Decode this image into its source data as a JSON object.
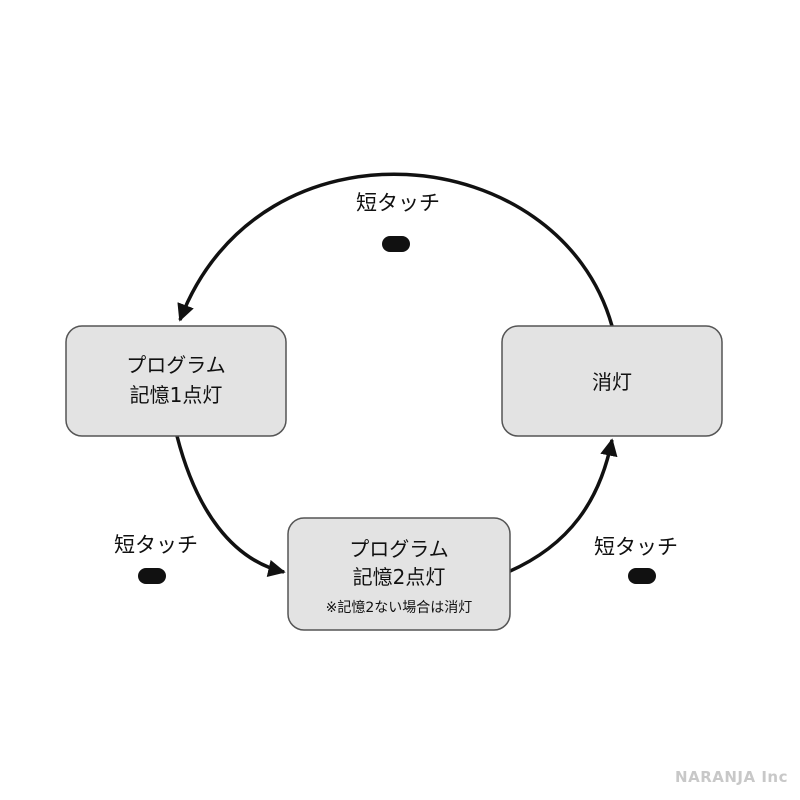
{
  "diagram": {
    "states": {
      "program1": {
        "line1": "プログラム",
        "line2": "記憶1点灯"
      },
      "program2": {
        "line1": "プログラム",
        "line2": "記憶2点灯",
        "note": "※記憶2ない場合は消灯"
      },
      "off": {
        "label": "消灯"
      }
    },
    "transitions": {
      "top": {
        "label": "短タッチ",
        "icon": "short-press-dot-icon"
      },
      "left": {
        "label": "短タッチ",
        "icon": "short-press-dot-icon"
      },
      "right": {
        "label": "短タッチ",
        "icon": "short-press-dot-icon"
      }
    }
  },
  "brand": "NARANJA Inc",
  "colors": {
    "box_fill": "#e3e3e3",
    "box_border": "#555555",
    "arrow": "#111111",
    "watermark": "#c8c8c8"
  }
}
